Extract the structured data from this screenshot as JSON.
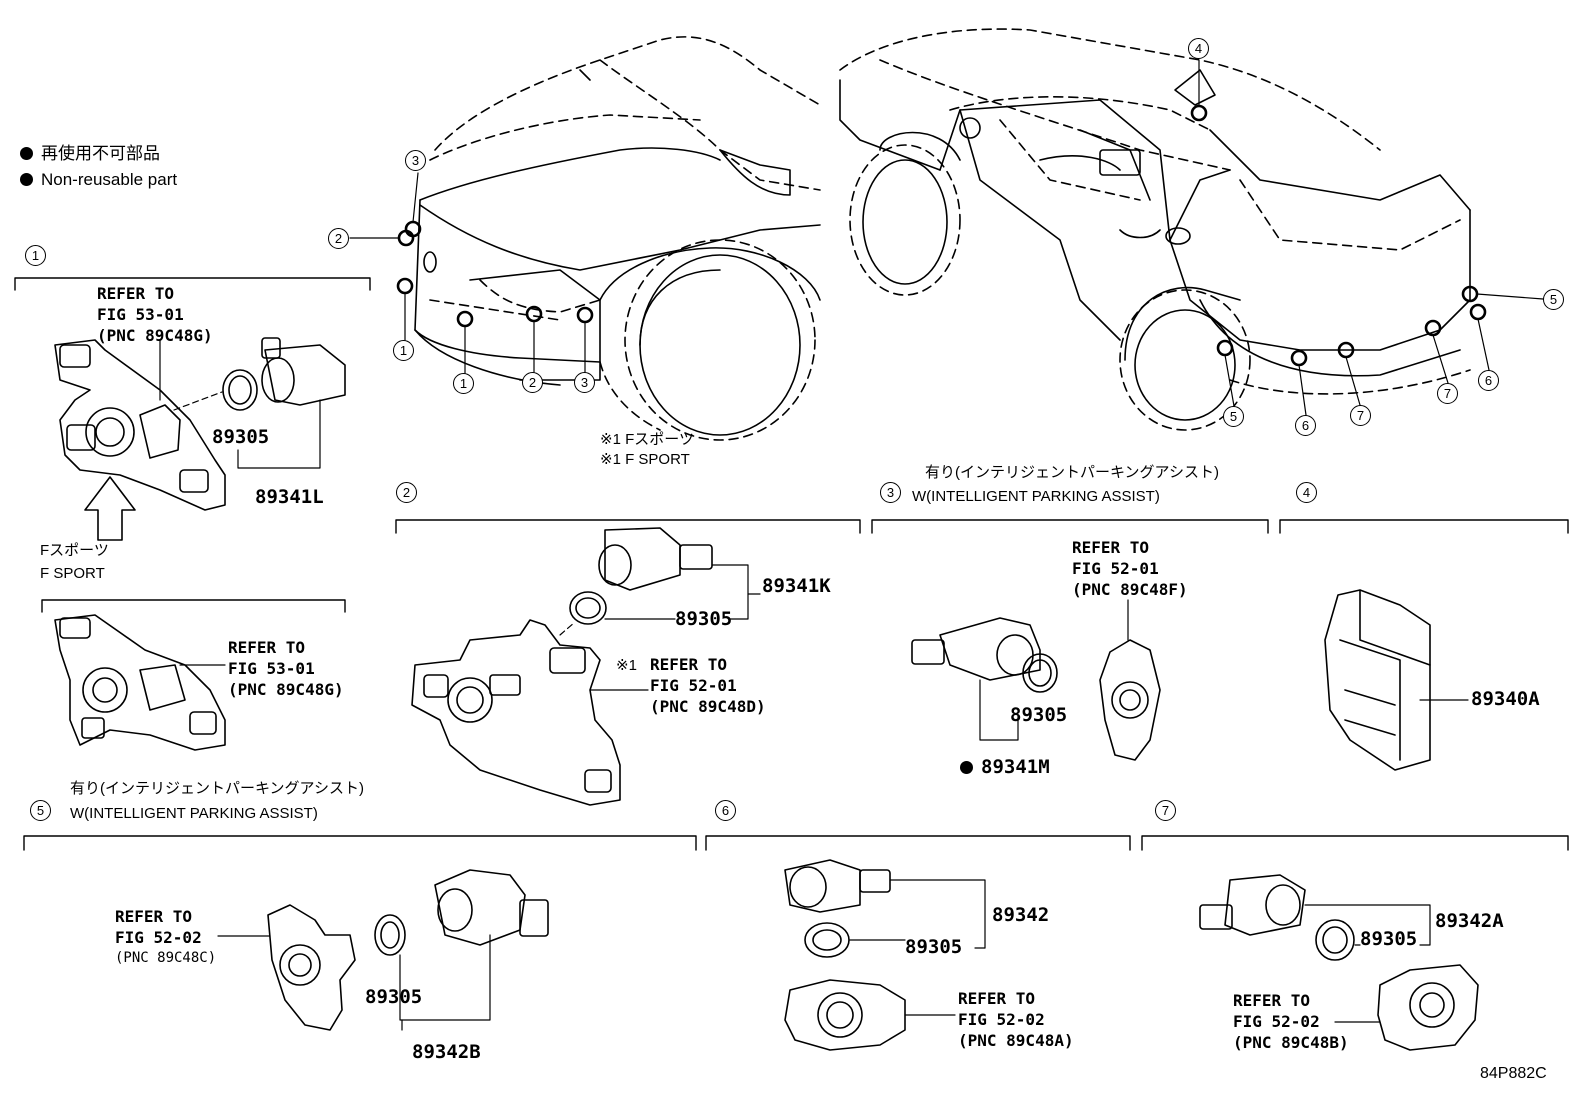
{
  "legend": {
    "jp": "再使用不可部品",
    "en": "Non-reusable part"
  },
  "diagram_code": "84P882C",
  "sport_note": {
    "jp": "※1 Fスポーツ",
    "en": "※1 F SPORT"
  },
  "vehicle_callouts": {
    "front": [
      "3",
      "2",
      "1",
      "1",
      "2",
      "3"
    ],
    "rear": [
      "4",
      "5",
      "6",
      "5",
      "6",
      "7",
      "7"
    ]
  },
  "sections": {
    "s1": {
      "num": "1",
      "ref_lines": [
        "REFER TO",
        "FIG 53-01",
        "(PNC 89C48G)"
      ],
      "parts": [
        "89305",
        "89341L"
      ],
      "fsport_jp": "Fスポーツ",
      "fsport_en": "F SPORT",
      "fsport_ref_lines": [
        "REFER TO",
        "FIG 53-01",
        "(PNC 89C48G)"
      ]
    },
    "s2": {
      "num": "2",
      "parts": [
        "89341K",
        "89305"
      ],
      "ref_prefix": "※1",
      "ref_lines": [
        "REFER TO",
        "FIG 52-01",
        "(PNC 89C48D)"
      ]
    },
    "s3": {
      "num": "3",
      "title_jp": "有り(インテリジェントパーキングアシスト)",
      "title_en": "W(INTELLIGENT PARKING ASSIST)",
      "ref_lines": [
        "REFER TO",
        "FIG 52-01",
        "(PNC 89C48F)"
      ],
      "parts": [
        "89305",
        "89341M"
      ]
    },
    "s4": {
      "num": "4",
      "parts": [
        "89340A"
      ]
    },
    "s5": {
      "num": "5",
      "title_jp": "有り(インテリジェントパーキングアシスト)",
      "title_en": "W(INTELLIGENT PARKING ASSIST)",
      "ref_lines": [
        "REFER TO",
        "FIG 52-02",
        "(PNC 89C48C)"
      ],
      "parts": [
        "89305",
        "89342B"
      ]
    },
    "s6": {
      "num": "6",
      "parts": [
        "89342",
        "89305"
      ],
      "ref_lines": [
        "REFER TO",
        "FIG 52-02",
        "(PNC 89C48A)"
      ]
    },
    "s7": {
      "num": "7",
      "parts": [
        "89342A",
        "89305"
      ],
      "ref_lines": [
        "REFER TO",
        "FIG 52-02",
        "(PNC 89C48B)"
      ]
    }
  }
}
